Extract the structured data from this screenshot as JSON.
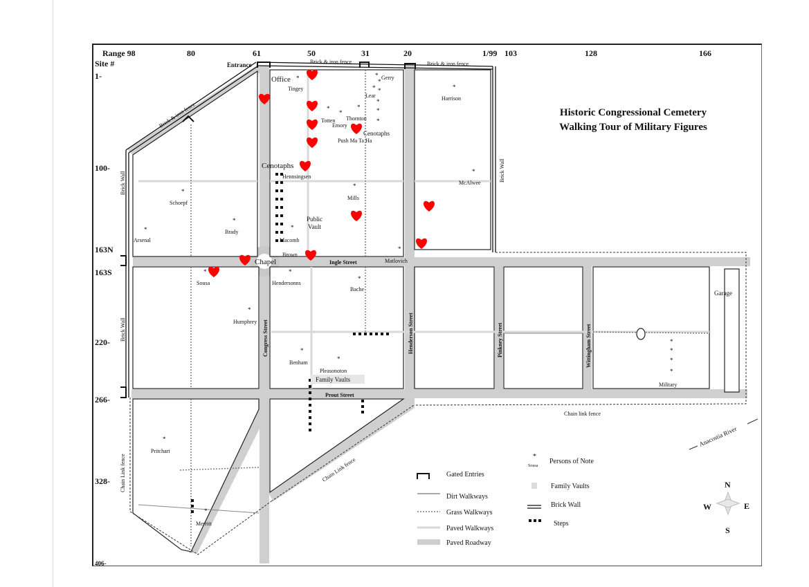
{
  "title": {
    "line1": "Historic Congressional Cemetery",
    "line2": "Walking Tour of Military Figures"
  },
  "range_header": {
    "label": "Range 98",
    "values": [
      "80",
      "61",
      "50",
      "31",
      "20",
      "1/99",
      "103",
      "128",
      "166"
    ]
  },
  "site_labels": {
    "site_title": "Site #",
    "rows": [
      "1-",
      "100-",
      "163N",
      "163S",
      "220-",
      "266-",
      "328-",
      "406-"
    ]
  },
  "features": {
    "entrance": "Entrance",
    "office": "Office",
    "chapel": "Chapel",
    "public_vault": [
      "Public",
      "Vault"
    ],
    "garage": "Garage",
    "family_vaults": "Family Vaults",
    "cenotaphs_upper": "Cenotaphs",
    "cenotaphs_mid": "Cenotaphs",
    "anacostia": "Anacostia River"
  },
  "fences": {
    "brick_iron_left": "Brick & iron fence",
    "brick_iron_top1": "Brick & iron fence",
    "brick_iron_top2": "Brick & iron fence",
    "brick_wall_right": "Brick Wall",
    "brick_wall_left_top": "Brick Wall",
    "brick_wall_left_mid": "Brick Wall",
    "chain_left": "Chain Link fence",
    "chain_bottom": "Chain Link fence",
    "chain_right": "Chain link fence"
  },
  "streets": {
    "ingle": "Ingle Street",
    "prout": "Prout Street",
    "congress": "Congress Street",
    "henderson": "Henderson Street",
    "pinkney": "Pinkney Street",
    "wittingham": "Wittingham Street"
  },
  "persons": [
    "Tingey",
    "Gerry",
    "Lear",
    "Harrison",
    "Totten",
    "Thornton",
    "Emory",
    "Push Ma Ta Ha",
    "Hennsingsen",
    "McAlwee",
    "Schoepf",
    "Mills",
    "Brady",
    "Arsenal",
    "Macomb",
    "Brown",
    "Matlovich",
    "Sousa",
    "Hendersonns",
    "Bache",
    "Humphrey",
    "Benham",
    "Pleasonoton",
    "Military",
    "Pritchart",
    "Merritt"
  ],
  "legend": {
    "gated": "Gated Entries",
    "dirt": "Dirt Walkways",
    "grass": "Grass Walkways",
    "paved_walk": "Paved Walkways",
    "paved_road": "Paved Roadway",
    "persons": "Persons of Note",
    "persons_example": "Sousa",
    "family_vaults": "Family Vaults",
    "brick_wall": "Brick Wall",
    "steps": "Steps"
  },
  "compass": {
    "n": "N",
    "s": "S",
    "e": "E",
    "w": "W"
  },
  "colors": {
    "marker": "#ff0000",
    "roadway": "#cfcfcf",
    "ink": "#111111"
  }
}
